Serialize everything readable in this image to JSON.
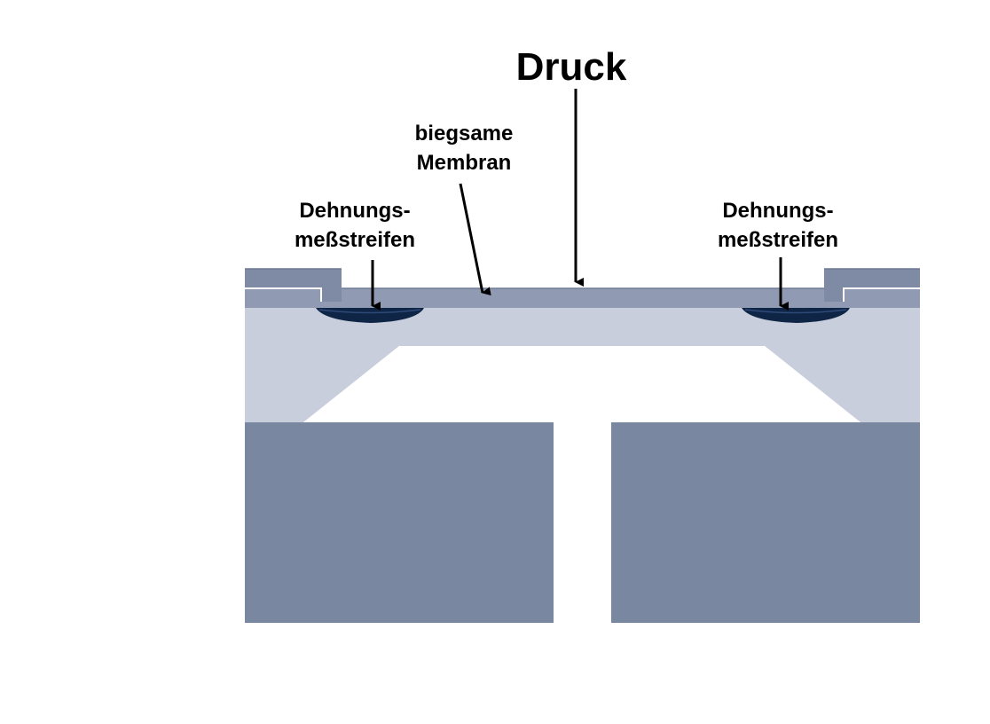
{
  "title": "Druck",
  "labels": {
    "membrane_line1": "biegsame",
    "membrane_line2": "Membran",
    "strain_left_line1": "Dehnungs-",
    "strain_left_line2": "meßstreifen",
    "strain_right_line1": "Dehnungs-",
    "strain_right_line2": "meßstreifen"
  },
  "colors": {
    "background": "#ffffff",
    "substrate": "#7a87a1",
    "silicon_body": "#c9cedd",
    "membrane_layer": "#909ab3",
    "strain_gauge": "#0f2546",
    "arrow": "#000000"
  }
}
